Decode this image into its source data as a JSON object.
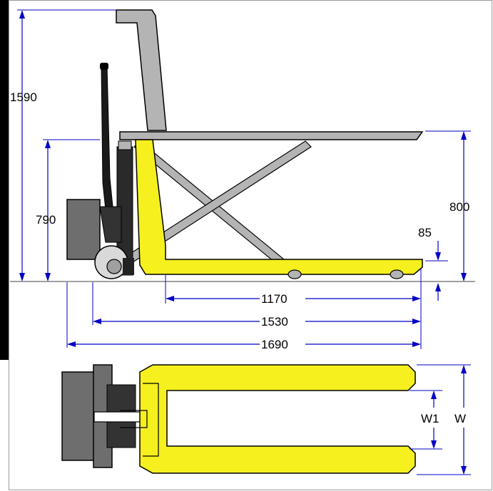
{
  "dimensions": {
    "total_height": "1590",
    "handle_height": "790",
    "platform_height_max": "800",
    "platform_height_min": "85",
    "fork_length": "1170",
    "length_without_body": "1530",
    "total_length": "1690",
    "fork_gap_width": "W1",
    "overall_width": "W"
  },
  "colors": {
    "yellow": "#f5f01e",
    "gray": "#b4b4b4",
    "dark_gray": "#6e6e6e",
    "dim_line": "#0000c8",
    "outline": "#000000"
  }
}
